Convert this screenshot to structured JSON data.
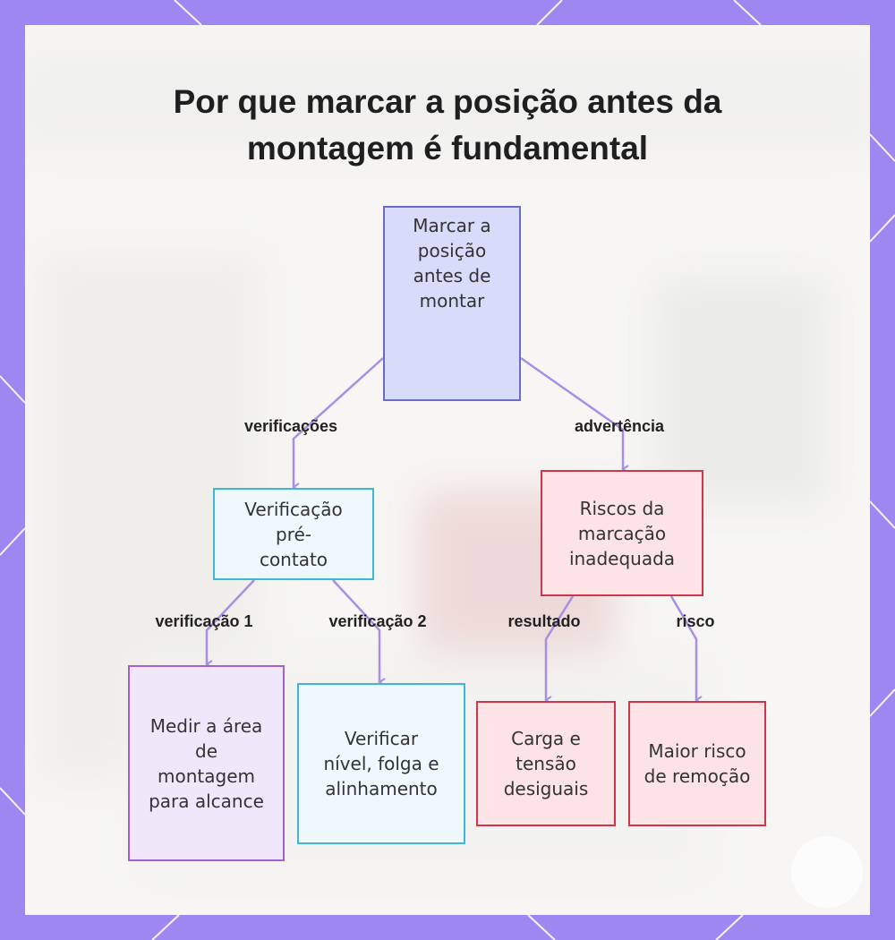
{
  "title": "Por que marcar a posição antes da montagem é fundamental",
  "nodes": {
    "root": "Marcar a posição antes de montar",
    "precheck": "Verificação pré-contato",
    "risks": "Riscos da marcação inadequada",
    "measure": "Medir a área de montagem para alcance",
    "level": "Verificar nível, folga e alinhamento",
    "load": "Carga e tensão desiguais",
    "removal": "Maior risco de remoção"
  },
  "edges": {
    "checks": "verificações",
    "warning": "advertência",
    "check1": "verificação 1",
    "check2": "verificação 2",
    "result": "resultado",
    "risk": "risco"
  },
  "colors": {
    "frame": "#9f87f2",
    "edge": "#a98ee6"
  }
}
